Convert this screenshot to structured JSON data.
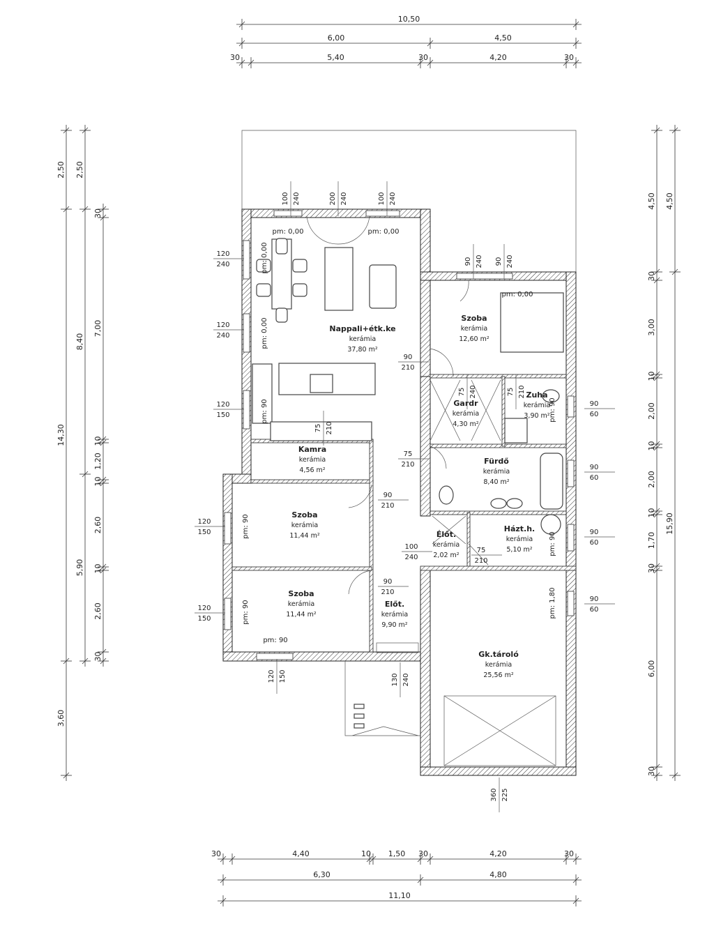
{
  "dimensions": {
    "top": {
      "row1": [
        "10,50"
      ],
      "row2": [
        "6,00",
        "4,50"
      ],
      "row3": [
        "30",
        "5,40",
        "30",
        "4,20",
        "30"
      ]
    },
    "bottom": {
      "row1": [
        "30",
        "4,40",
        "10",
        "1,50",
        "30",
        "4,20",
        "30"
      ],
      "row2": [
        "6,30",
        "4,80"
      ],
      "row3": [
        "11,10"
      ]
    },
    "left": {
      "col1": [
        "2,50",
        "14,30",
        "3,60"
      ],
      "col2": [
        "2,50",
        "8,40",
        "5,90"
      ],
      "col3": [
        "30",
        "7,00",
        "10",
        "1,20",
        "10",
        "2,60",
        "10",
        "2,60",
        "30"
      ]
    },
    "right": {
      "col1": [
        "4,50",
        "30",
        "3,00",
        "10",
        "2,00",
        "10",
        "2,00",
        "10",
        "1,70",
        "30",
        "6,00",
        "30"
      ],
      "col2": [
        "4,50",
        "15,90"
      ]
    }
  },
  "rooms": [
    {
      "name": "Nappali+étk.ke",
      "floor": "kerámia",
      "area": "37,80 m²"
    },
    {
      "name": "Szoba",
      "floor": "kerámia",
      "area": "12,60 m²"
    },
    {
      "name": "Gardr",
      "floor": "kerámia",
      "area": "4,30 m²"
    },
    {
      "name": "Zuha",
      "floor": "kerámia",
      "area": "3,90 m²"
    },
    {
      "name": "Kamra",
      "floor": "kerámia",
      "area": "4,56 m²"
    },
    {
      "name": "Fürdő",
      "floor": "kerámia",
      "area": "8,40 m²"
    },
    {
      "name": "Szoba",
      "floor": "kerámia",
      "area": "11,44 m²"
    },
    {
      "name": "Házt.h.",
      "floor": "kerámia",
      "area": "5,10 m²"
    },
    {
      "name": "Élőt.",
      "floor": "kerámia",
      "area": "2,02 m²"
    },
    {
      "name": "Szoba",
      "floor": "kerámia",
      "area": "11,44 m²"
    },
    {
      "name": "Előt.",
      "floor": "kerámia",
      "area": "9,90 m²"
    },
    {
      "name": "Gk.tároló",
      "floor": "kerámia",
      "area": "25,56 m²"
    }
  ],
  "openings": {
    "w_top1": [
      "100",
      "240"
    ],
    "w_top2": [
      "200",
      "240"
    ],
    "w_top3": [
      "100",
      "240"
    ],
    "w_sz1": [
      "90",
      "240"
    ],
    "w_sz2": [
      "90",
      "240"
    ],
    "w_l1": [
      "120",
      "240"
    ],
    "w_l2": [
      "120",
      "240"
    ],
    "w_l3": [
      "120",
      "150"
    ],
    "w_l4": [
      "120",
      "150"
    ],
    "w_l5": [
      "120",
      "150"
    ],
    "w_b1": [
      "120",
      "150"
    ],
    "d_entry": [
      "130",
      "240"
    ],
    "d_garage": [
      "360",
      "225"
    ],
    "d1": [
      "90",
      "210"
    ],
    "d2": [
      "75",
      "210"
    ],
    "d3": [
      "90",
      "210"
    ],
    "d4": [
      "90",
      "210"
    ],
    "d5": [
      "100",
      "240"
    ],
    "d6": [
      "75",
      "210"
    ],
    "d_kamra": [
      "75",
      "210"
    ],
    "d_gardr": [
      "75",
      "240"
    ],
    "d_zuh": [
      "75",
      "210"
    ],
    "w_r1": [
      "90",
      "60"
    ],
    "w_r2": [
      "90",
      "60"
    ],
    "w_r3": [
      "90",
      "60"
    ],
    "w_r4": [
      "90",
      "60"
    ]
  },
  "sill_heights": {
    "pm_top1": "pm: 0,00",
    "pm_top2": "pm: 0,00",
    "pm_sz": "pm: 0,00",
    "pm_l1": "pm: 0,00",
    "pm_l2": "pm: 0,00",
    "pm_l3": "pm: 90",
    "pm_l4": "pm: 90",
    "pm_l5": "pm: 90",
    "pm_b1": "pm: 90",
    "pm_r1": "pm: 90",
    "pm_r3": "pm: 90",
    "pm_r4": "pm: 1,80"
  }
}
